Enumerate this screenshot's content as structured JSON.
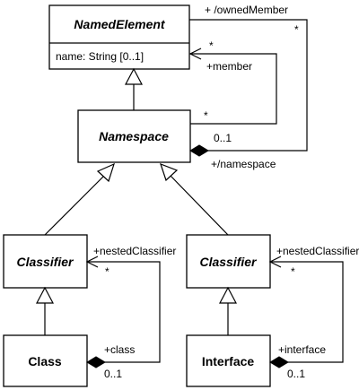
{
  "classes": {
    "named_element": {
      "name": "NamedElement",
      "attribute": "name: String [0..1]"
    },
    "namespace": {
      "name": "Namespace"
    },
    "classifier_left": {
      "name": "Classifier"
    },
    "classifier_right": {
      "name": "Classifier"
    },
    "class": {
      "name": "Class"
    },
    "interface": {
      "name": "Interface"
    }
  },
  "labels": {
    "owned_member": "+ /ownedMember",
    "owned_member_mult": "*",
    "member_mult_top": "*",
    "member": "+member",
    "member_mult_bottom": "*",
    "namespace_mult": "0..1",
    "namespace_role": "+/namespace",
    "nested_classifier_left": "+nestedClassifier",
    "nested_left_mult": "*",
    "class_role": "+class",
    "class_mult": "0..1",
    "nested_classifier_right": "+nestedClassifier",
    "nested_right_mult": "*",
    "interface_role": "+interface",
    "interface_mult": "0..1"
  }
}
